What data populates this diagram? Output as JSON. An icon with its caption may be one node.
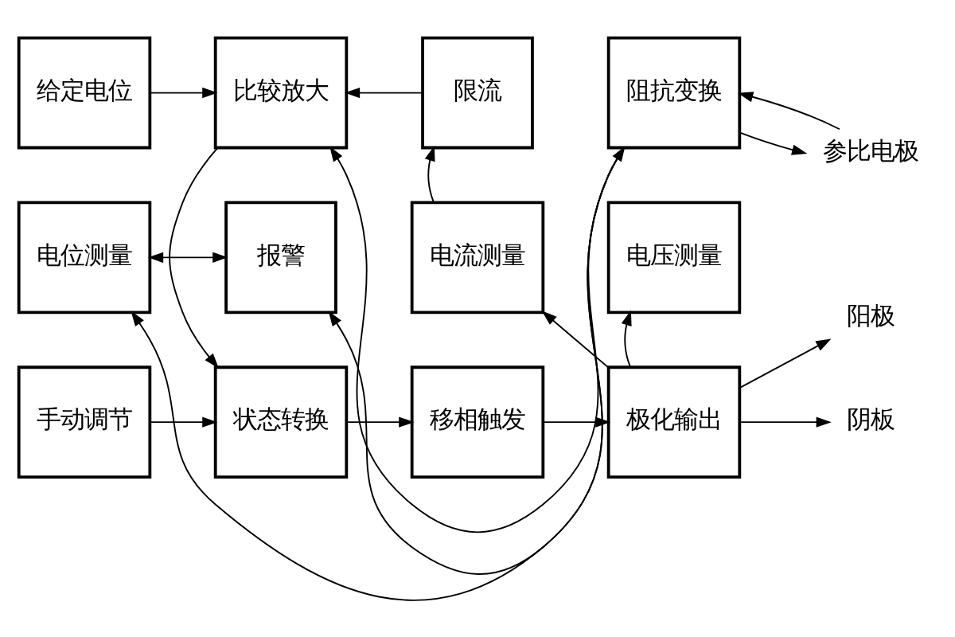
{
  "diagram": {
    "nodes": [
      {
        "text": [
          "给定电位"
        ]
      },
      {
        "text": [
          "比较放大"
        ]
      },
      {
        "text": [
          "限流"
        ]
      },
      {
        "text": [
          "阻抗变换"
        ]
      },
      {
        "text": [
          "参比电极"
        ]
      },
      {
        "text": [
          "电位测量"
        ]
      },
      {
        "text": [
          "报警"
        ]
      },
      {
        "text": [
          "电流测量"
        ]
      },
      {
        "text": [
          "电压测量"
        ]
      },
      {
        "text": [
          "手动调节"
        ]
      },
      {
        "text": [
          "状态转换"
        ]
      },
      {
        "text": [
          "移相触发"
        ]
      },
      {
        "text": [
          "极化输出"
        ]
      },
      {
        "text": [
          "阳极"
        ]
      },
      {
        "text": [
          "阴板"
        ]
      }
    ],
    "edges": [
      {
        "from": 0,
        "to": 1,
        "arrow": "to"
      },
      {
        "from": 3,
        "to": 1,
        "arrow": "to"
      },
      {
        "from": 2,
        "to": 1,
        "arrow": "to"
      },
      {
        "from": 3,
        "to": 4,
        "arrow": "to"
      },
      {
        "from": 4,
        "to": 3,
        "arrow": "to"
      },
      {
        "from": 3,
        "to": 5,
        "arrow": "both"
      },
      {
        "from": 3,
        "to": 6,
        "arrow": "to"
      },
      {
        "from": 5,
        "to": 6,
        "arrow": "both"
      },
      {
        "from": 1,
        "to": 10,
        "arrow": "to"
      },
      {
        "from": 7,
        "to": 2,
        "arrow": "to"
      },
      {
        "from": 12,
        "to": 7,
        "arrow": "to"
      },
      {
        "from": 12,
        "to": 8,
        "arrow": "to"
      },
      {
        "from": 9,
        "to": 10,
        "arrow": "to"
      },
      {
        "from": 10,
        "to": 11,
        "arrow": "to"
      },
      {
        "from": 11,
        "to": 12,
        "arrow": "to"
      },
      {
        "from": 12,
        "to": 13,
        "arrow": "to"
      },
      {
        "from": 12,
        "to": 14,
        "arrow": "to"
      }
    ]
  }
}
